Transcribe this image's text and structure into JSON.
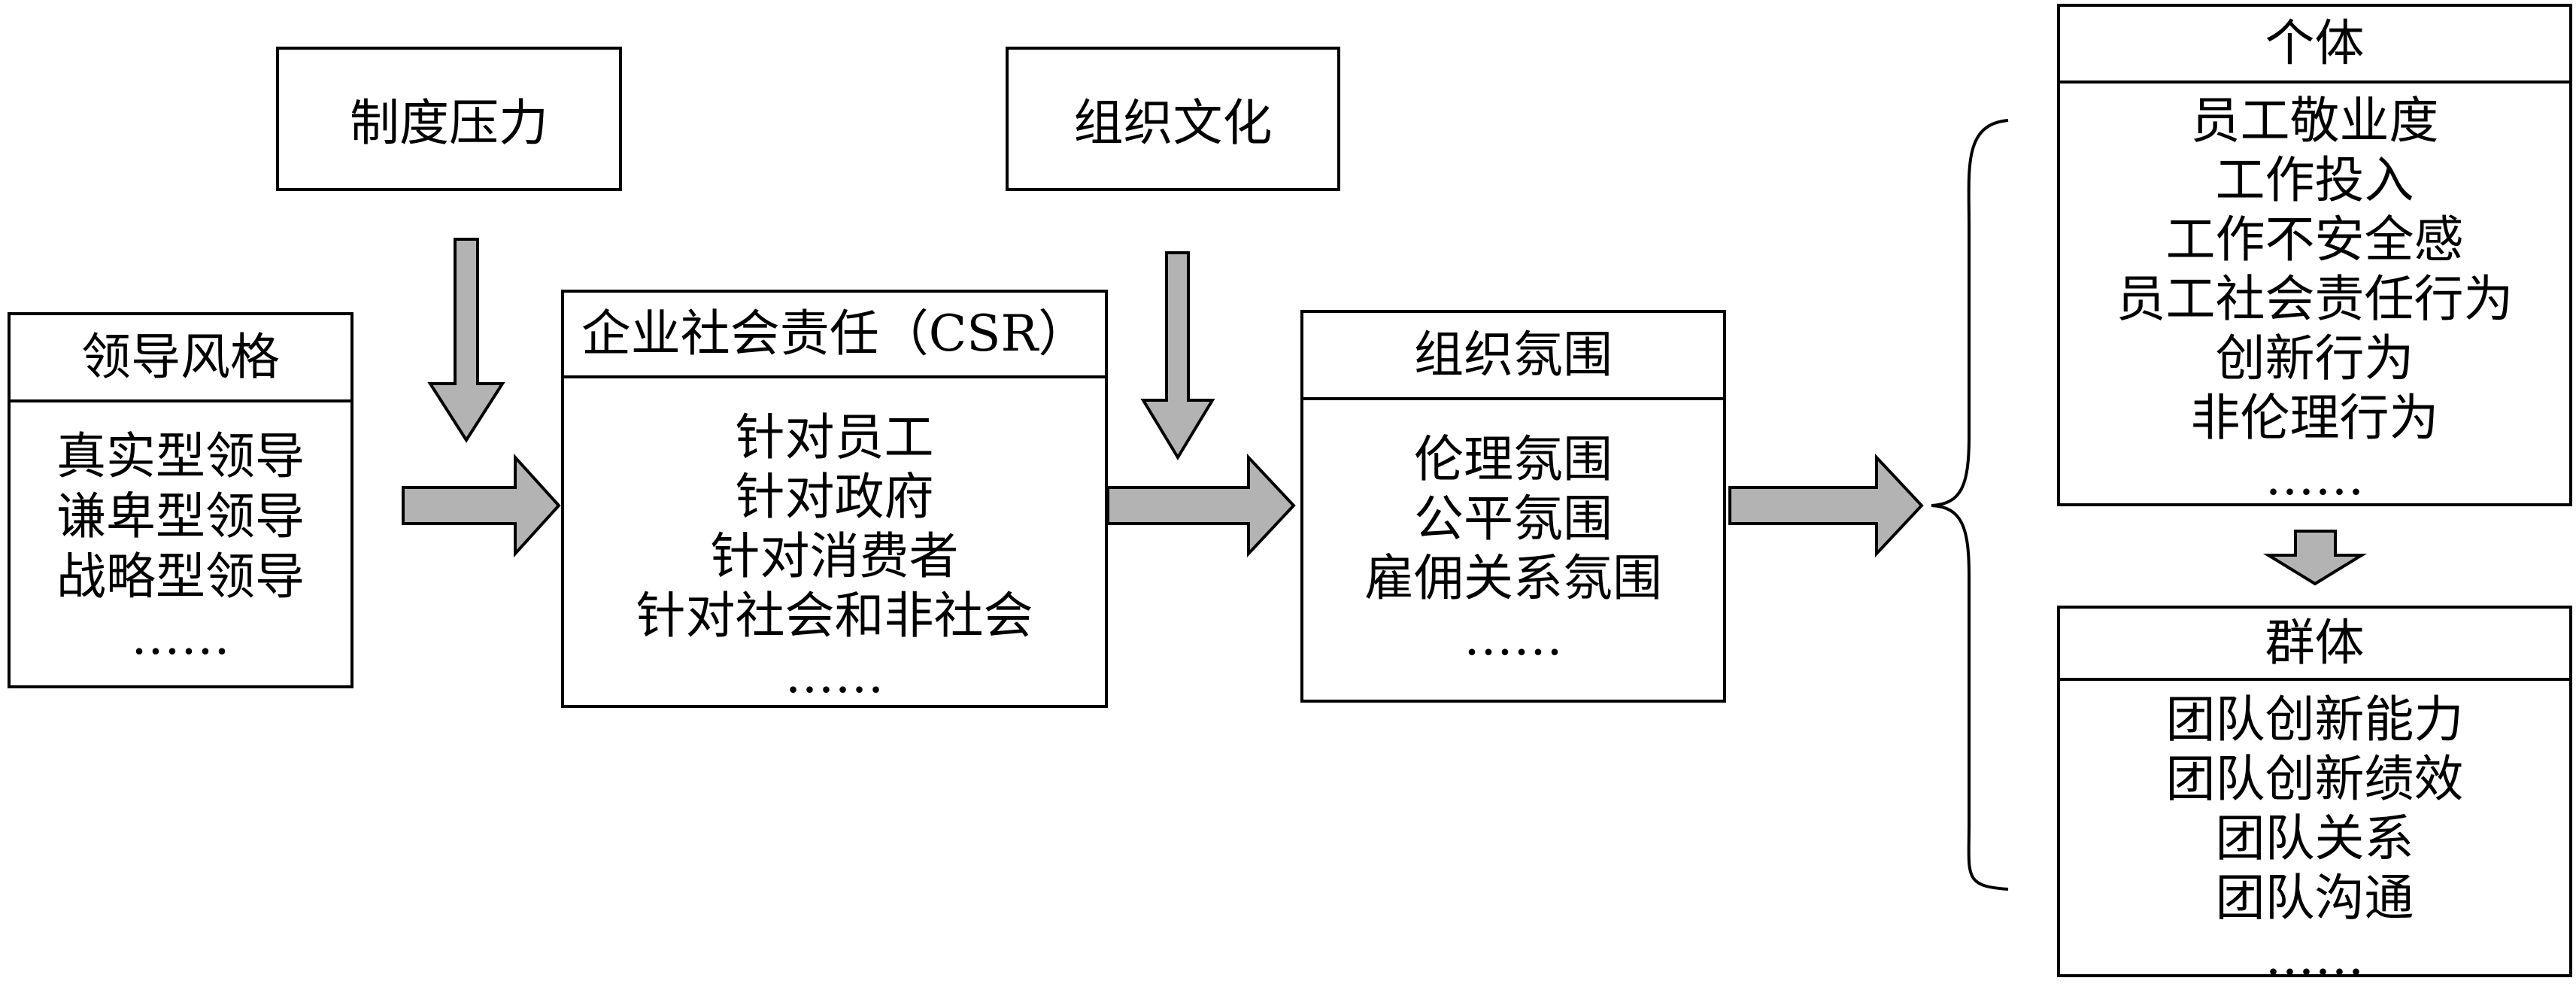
{
  "pressures": {
    "institutional": "制度压力",
    "culture": "组织文化"
  },
  "leadership": {
    "title": "领导风格",
    "items": [
      "真实型领导",
      "谦卑型领导",
      "战略型领导",
      "……"
    ]
  },
  "csr": {
    "title": "企业社会责任（CSR）",
    "items": [
      "针对员工",
      "针对政府",
      "针对消费者",
      "针对社会和非社会",
      "……"
    ]
  },
  "climate": {
    "title": "组织氛围",
    "items": [
      "伦理氛围",
      "公平氛围",
      "雇佣关系氛围",
      "……"
    ]
  },
  "individual": {
    "title": "个体",
    "items": [
      "员工敬业度",
      "工作投入",
      "工作不安全感",
      "员工社会责任行为",
      "创新行为",
      "非伦理行为",
      "……"
    ]
  },
  "group": {
    "title": "群体",
    "items": [
      "团队创新能力",
      "团队创新绩效",
      "团队关系",
      "团队沟通",
      "……"
    ]
  },
  "colors": {
    "arrow_fill": "#b3b3b3",
    "stroke": "#000000"
  }
}
